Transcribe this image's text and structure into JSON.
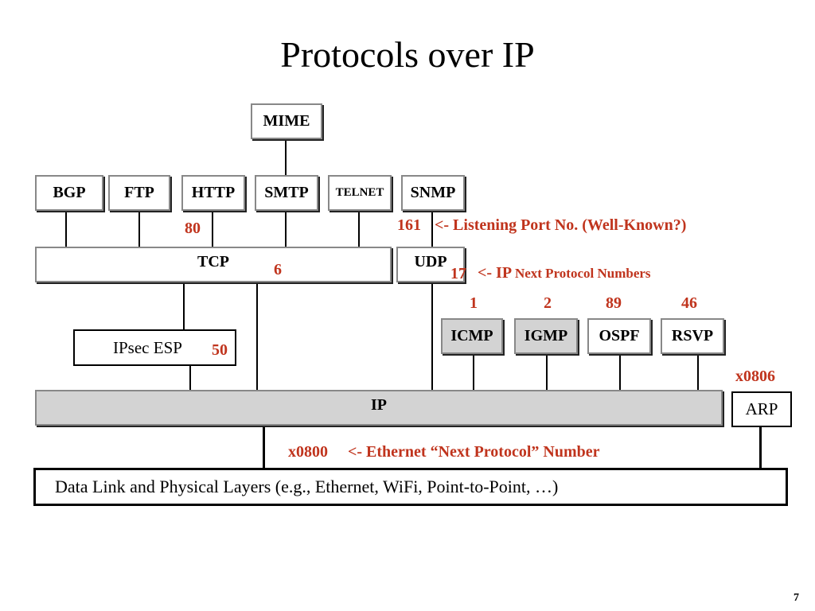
{
  "title": "Protocols over IP",
  "boxes": {
    "mime": "MIME",
    "bgp": "BGP",
    "ftp": "FTP",
    "http": "HTTP",
    "smtp": "SMTP",
    "telnet": "TELNET",
    "snmp": "SNMP",
    "tcp": "TCP",
    "udp": "UDP",
    "ipsec": "IPsec ESP",
    "icmp": "ICMP",
    "igmp": "IGMP",
    "ospf": "OSPF",
    "rsvp": "RSVP",
    "ip": "IP",
    "arp": "ARP",
    "datalink": "Data Link and Physical Layers (e.g., Ethernet, WiFi, Point-to-Point, …)"
  },
  "labels": {
    "http_port": "80",
    "snmp_port": "161",
    "port_note": "<- Listening Port No. (Well-Known?)",
    "tcp_proto": "6",
    "udp_proto": "17",
    "proto_note_ip": "<- IP",
    "proto_note_rest": "Next Protocol Numbers",
    "icmp_num": "1",
    "igmp_num": "2",
    "ospf_num": "89",
    "rsvp_num": "46",
    "esp_num": "50",
    "arp_ether": "x0806",
    "ip_ether": "x0800",
    "ether_note": "<- Ethernet “Next Protocol” Number"
  },
  "colors": {
    "accent_red": "#c0341d",
    "grey_fill": "#d3d3d3"
  },
  "page_number": "7"
}
